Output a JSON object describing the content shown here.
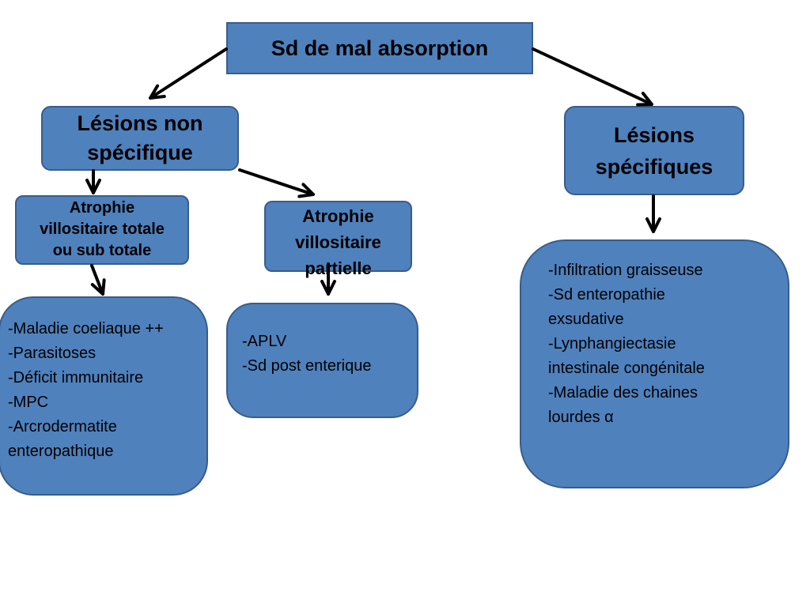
{
  "root": {
    "label": "Sd de mal absorption"
  },
  "lesions_non_specifique": {
    "lines": [
      "Lésions non",
      "spécifique"
    ]
  },
  "lesions_specifiques": {
    "lines": [
      "Lésions",
      "spécifiques"
    ]
  },
  "atrophie_totale": {
    "lines": [
      "Atrophie",
      "villositaire totale",
      "ou sub totale"
    ]
  },
  "atrophie_partielle": {
    "lines": [
      "Atrophie",
      "villositaire",
      "partielle"
    ]
  },
  "list_totale": [
    "-Maladie coeliaque ++",
    "-Parasitoses",
    "-Déficit immunitaire",
    "-MPC",
    "-Arcrodermatite",
    "enteropathique"
  ],
  "list_partielle": [
    "-APLV",
    "-Sd post enterique"
  ],
  "list_specifiques": [
    "-Infiltration graisseuse",
    "-Sd enteropathie",
    "exsudative",
    "-Lynphangiectasie",
    "intestinale congénitale",
    "-Maladie des chaines",
    "lourdes α"
  ],
  "colors": {
    "box_fill": "#4f81bd",
    "box_border": "#385d8a",
    "arrow": "#000000"
  }
}
